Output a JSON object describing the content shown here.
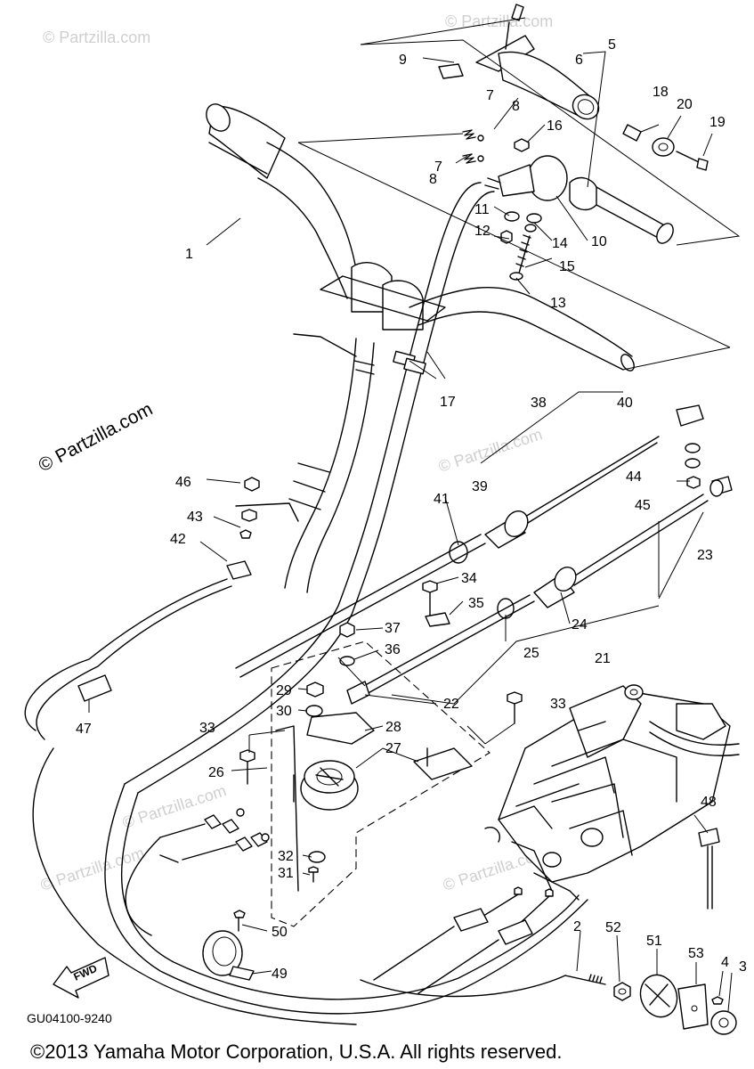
{
  "watermark": {
    "main": "© Partzilla.com",
    "faint": "© Partzilla.com"
  },
  "diagram_code": "GU04100-9240",
  "copyright": "©2013 Yamaha Motor Corporation, U.S.A. All rights reserved.",
  "fwd_label": "FWD",
  "callouts": [
    {
      "id": "c1",
      "label": "1"
    },
    {
      "id": "c2",
      "label": "2"
    },
    {
      "id": "c3",
      "label": "3"
    },
    {
      "id": "c4",
      "label": "4"
    },
    {
      "id": "c5",
      "label": "5"
    },
    {
      "id": "c6",
      "label": "6"
    },
    {
      "id": "c7a",
      "label": "7"
    },
    {
      "id": "c7b",
      "label": "7"
    },
    {
      "id": "c8a",
      "label": "8"
    },
    {
      "id": "c8b",
      "label": "8"
    },
    {
      "id": "c9",
      "label": "9"
    },
    {
      "id": "c10",
      "label": "10"
    },
    {
      "id": "c11",
      "label": "11"
    },
    {
      "id": "c12",
      "label": "12"
    },
    {
      "id": "c13",
      "label": "13"
    },
    {
      "id": "c14",
      "label": "14"
    },
    {
      "id": "c15",
      "label": "15"
    },
    {
      "id": "c16",
      "label": "16"
    },
    {
      "id": "c17",
      "label": "17"
    },
    {
      "id": "c18",
      "label": "18"
    },
    {
      "id": "c19",
      "label": "19"
    },
    {
      "id": "c20",
      "label": "20"
    },
    {
      "id": "c21",
      "label": "21"
    },
    {
      "id": "c22",
      "label": "22"
    },
    {
      "id": "c23",
      "label": "23"
    },
    {
      "id": "c24",
      "label": "24"
    },
    {
      "id": "c25",
      "label": "25"
    },
    {
      "id": "c26",
      "label": "26"
    },
    {
      "id": "c27",
      "label": "27"
    },
    {
      "id": "c28",
      "label": "28"
    },
    {
      "id": "c29",
      "label": "29"
    },
    {
      "id": "c30",
      "label": "30"
    },
    {
      "id": "c31",
      "label": "31"
    },
    {
      "id": "c32",
      "label": "32"
    },
    {
      "id": "c33a",
      "label": "33"
    },
    {
      "id": "c33b",
      "label": "33"
    },
    {
      "id": "c34",
      "label": "34"
    },
    {
      "id": "c35",
      "label": "35"
    },
    {
      "id": "c36",
      "label": "36"
    },
    {
      "id": "c37",
      "label": "37"
    },
    {
      "id": "c38",
      "label": "38"
    },
    {
      "id": "c39",
      "label": "39"
    },
    {
      "id": "c40",
      "label": "40"
    },
    {
      "id": "c41",
      "label": "41"
    },
    {
      "id": "c42",
      "label": "42"
    },
    {
      "id": "c43",
      "label": "43"
    },
    {
      "id": "c44",
      "label": "44"
    },
    {
      "id": "c45",
      "label": "45"
    },
    {
      "id": "c46",
      "label": "46"
    },
    {
      "id": "c47",
      "label": "47"
    },
    {
      "id": "c48",
      "label": "48"
    },
    {
      "id": "c49",
      "label": "49"
    },
    {
      "id": "c50",
      "label": "50"
    },
    {
      "id": "c51",
      "label": "51"
    },
    {
      "id": "c52",
      "label": "52"
    },
    {
      "id": "c53",
      "label": "53"
    }
  ]
}
